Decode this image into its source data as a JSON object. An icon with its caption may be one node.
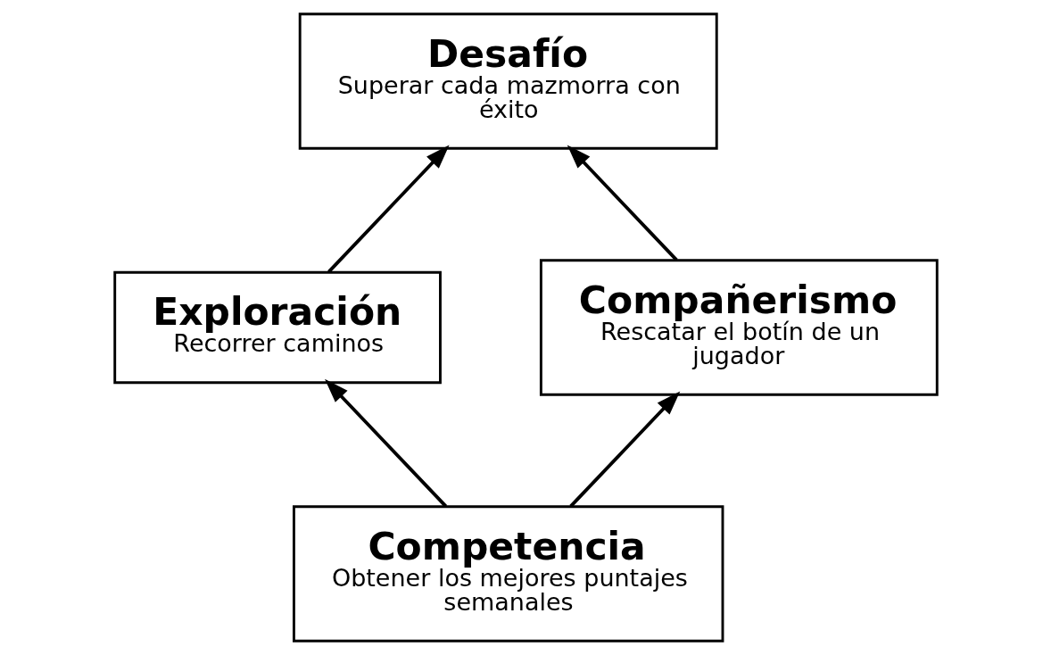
{
  "diagram": {
    "nodes": [
      {
        "text": [
          "Desafío",
          "Superar cada mazmorra con éxito"
        ]
      },
      {
        "text": [
          "Exploración",
          "Recorrer caminos"
        ]
      },
      {
        "text": [
          "Compañerismo",
          "Rescatar el botín de un jugador"
        ]
      },
      {
        "text": [
          "Competencia",
          "Obtener los mejores puntajes semanales"
        ]
      }
    ],
    "edges": [
      {
        "from": 1,
        "to": 0,
        "arrow": "to"
      },
      {
        "from": 2,
        "to": 0,
        "arrow": "to"
      },
      {
        "from": 3,
        "to": 1,
        "arrow": "to"
      },
      {
        "from": 3,
        "to": 2,
        "arrow": "to"
      }
    ]
  }
}
